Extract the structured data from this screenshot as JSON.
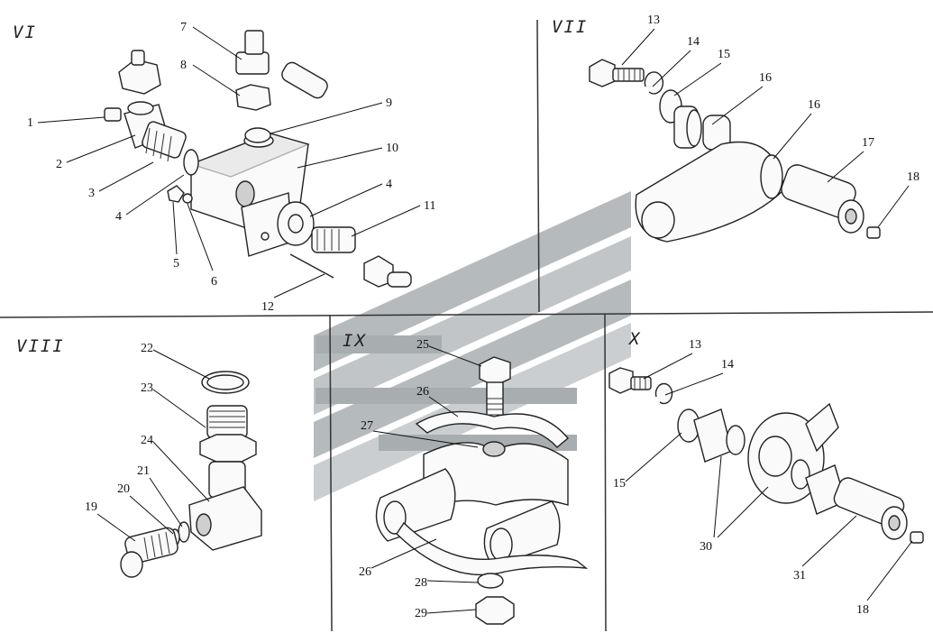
{
  "sections": {
    "vi": "VI",
    "vii": "VII",
    "viii": "VIII",
    "ix": "IX",
    "x": "X"
  },
  "watermark": {
    "color": "#9aa0a3"
  },
  "callouts": {
    "vi_1": "1",
    "vi_2": "2",
    "vi_3": "3",
    "vi_4a": "4",
    "vi_4b": "4",
    "vi_5": "5",
    "vi_6": "6",
    "vi_7": "7",
    "vi_8": "8",
    "vi_9": "9",
    "vi_10": "10",
    "vi_11": "11",
    "vi_12": "12",
    "vii_13": "13",
    "vii_14": "14",
    "vii_15": "15",
    "vii_16a": "16",
    "vii_16b": "16",
    "vii_17": "17",
    "vii_18": "18",
    "viii_19": "19",
    "viii_20": "20",
    "viii_21": "21",
    "viii_22": "22",
    "viii_23": "23",
    "viii_24": "24",
    "ix_25": "25",
    "ix_26a": "26",
    "ix_26b": "26",
    "ix_27": "27",
    "ix_28": "28",
    "ix_29": "29",
    "x_13": "13",
    "x_14": "14",
    "x_15": "15",
    "x_30": "30",
    "x_31": "31",
    "x_18": "18"
  }
}
